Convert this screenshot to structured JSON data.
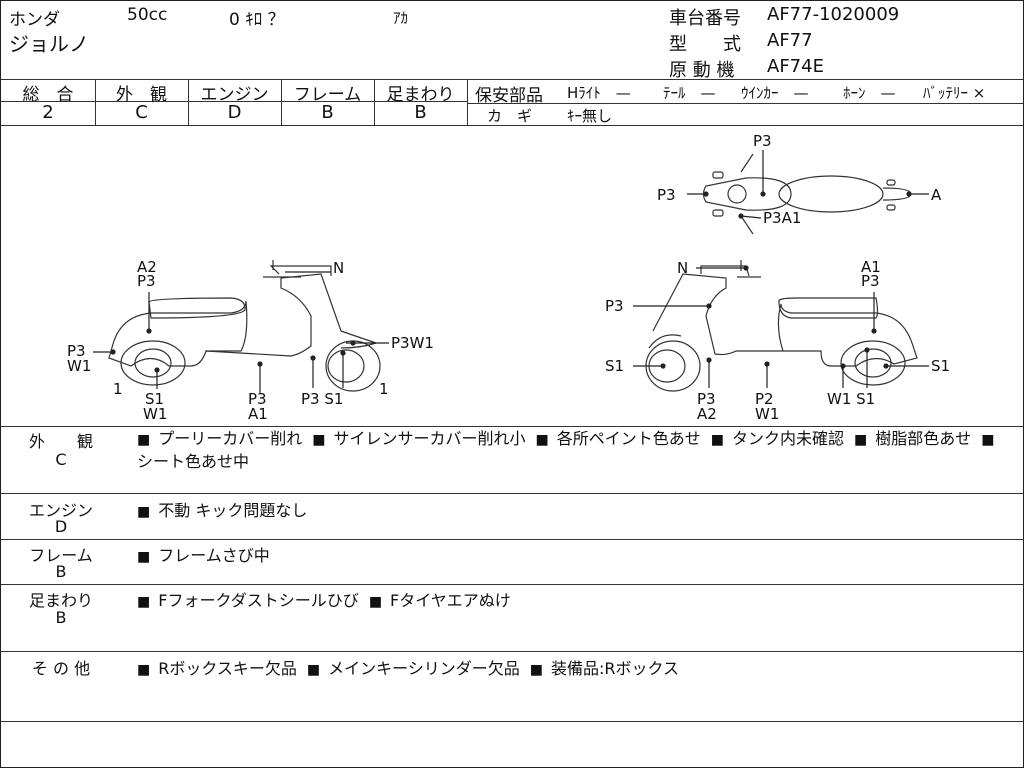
{
  "header": {
    "maker": "ホンダ",
    "displacement": "50cc",
    "mileage": "0 ｷﾛ ？",
    "color": "ｱｶ",
    "model_name": "ジョルノ",
    "frame_no_label": "車台番号",
    "frame_no": "AF77-1020009",
    "type_label": "型　　式",
    "type_value": "AF77",
    "engine_label": "原 動 機",
    "engine_value": "AF74E"
  },
  "grades": [
    {
      "label": "総　合",
      "value": "2"
    },
    {
      "label": "外　観",
      "value": "C"
    },
    {
      "label": "エンジン",
      "value": "D"
    },
    {
      "label": "フレーム",
      "value": "B"
    },
    {
      "label": "足まわり",
      "value": "B"
    }
  ],
  "safety": {
    "label": "保安部品",
    "headlight": "Hﾗｲﾄ　—",
    "taillight": "ﾃｰﾙ　—",
    "winker": "ｳｲﾝｶｰ　—",
    "horn": "ﾎｰﾝ　—",
    "battery": "ﾊﾞｯﾃﾘｰ ×",
    "key_label": "カ　ギ",
    "key_value": "ｷｰ無し"
  },
  "diagram_labels": {
    "top": {
      "p3_front": "P3",
      "p3_left": "P3",
      "a": "A",
      "p3a1": "P3A1"
    },
    "left": {
      "a2": "A2",
      "p3_seat": "P3",
      "n": "N",
      "p3_rear": "P3",
      "w1_rear": "W1",
      "one_left": "1",
      "s1": "S1",
      "w1": "W1",
      "p3_bottom": "P3",
      "a1": "A1",
      "p3_s1": "P3 S1",
      "p3w1": "P3W1",
      "one_right": "1"
    },
    "right": {
      "n": "N",
      "a1": "A1",
      "p3_seat": "P3",
      "p3_body": "P3",
      "s1_front": "S1",
      "p3": "P3",
      "a2": "A2",
      "p2": "P2",
      "w1": "W1",
      "w1s1": "W1 S1",
      "s1_rear": "S1"
    }
  },
  "comments": [
    {
      "label": "外　　観",
      "grade": "C",
      "items": [
        "プーリーカバー削れ",
        "サイレンサーカバー削れ小",
        "各所ペイント色あせ",
        "タンク内未確認",
        "樹脂部色あせ",
        "シート色あせ中"
      ]
    },
    {
      "label": "エンジン",
      "grade": "D",
      "items": [
        "不動 キック問題なし"
      ]
    },
    {
      "label": "フレーム",
      "grade": "B",
      "items": [
        "フレームさび中"
      ]
    },
    {
      "label": "足まわり",
      "grade": "B",
      "items": [
        "Fフォークダストシールひび",
        "Fタイヤエアぬけ"
      ]
    },
    {
      "label": "そ の 他",
      "grade": "",
      "items": [
        "Rボックスキー欠品",
        "メインキーシリンダー欠品",
        "装備品:Rボックス"
      ]
    }
  ]
}
